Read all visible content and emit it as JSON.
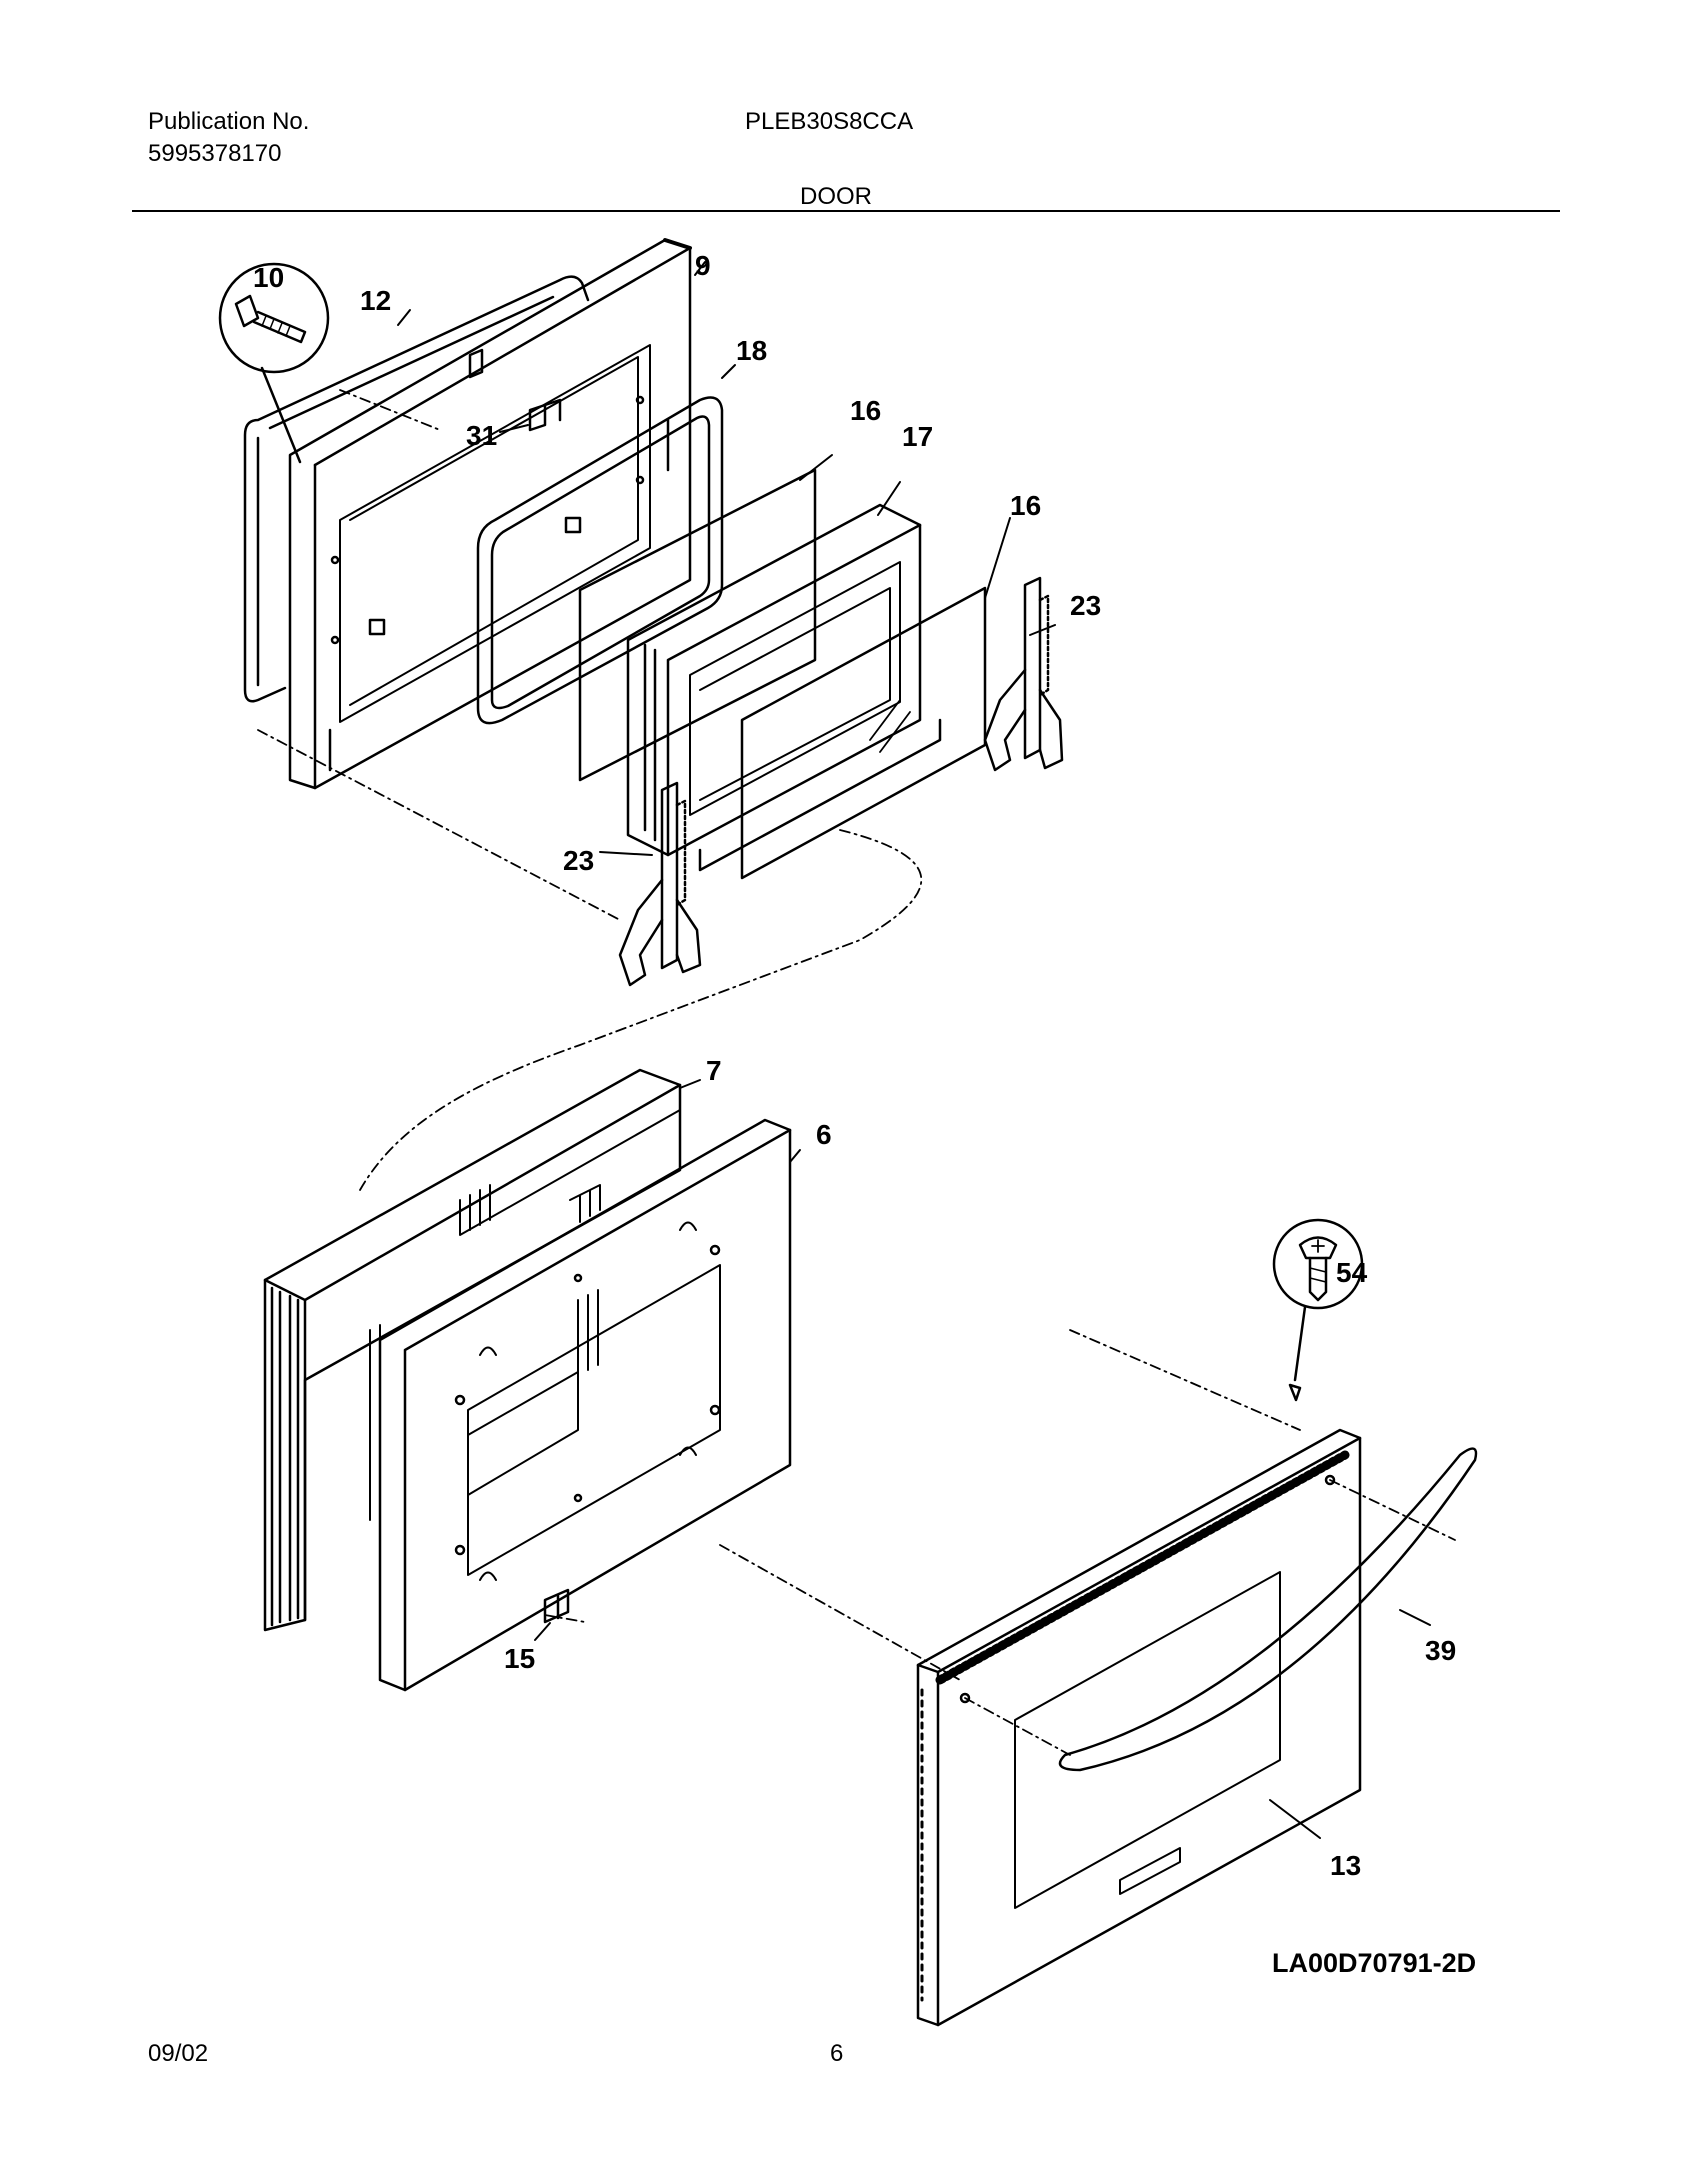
{
  "header": {
    "publication_label": "Publication No.",
    "publication_number": "5995378170",
    "model": "PLEB30S8CCA",
    "section": "DOOR"
  },
  "footer": {
    "date": "09/02",
    "page": "6",
    "drawing_code": "LA00D70791-2D"
  },
  "callouts": {
    "c10": "10",
    "c12": "12",
    "c9": "9",
    "c18": "18",
    "c31": "31",
    "c16a": "16",
    "c17": "17",
    "c16b": "16",
    "c23a": "23",
    "c23b": "23",
    "c7": "7",
    "c6": "6",
    "c54": "54",
    "c15": "15",
    "c39": "39",
    "c13": "13"
  },
  "colors": {
    "ink": "#000000",
    "paper": "#ffffff"
  }
}
